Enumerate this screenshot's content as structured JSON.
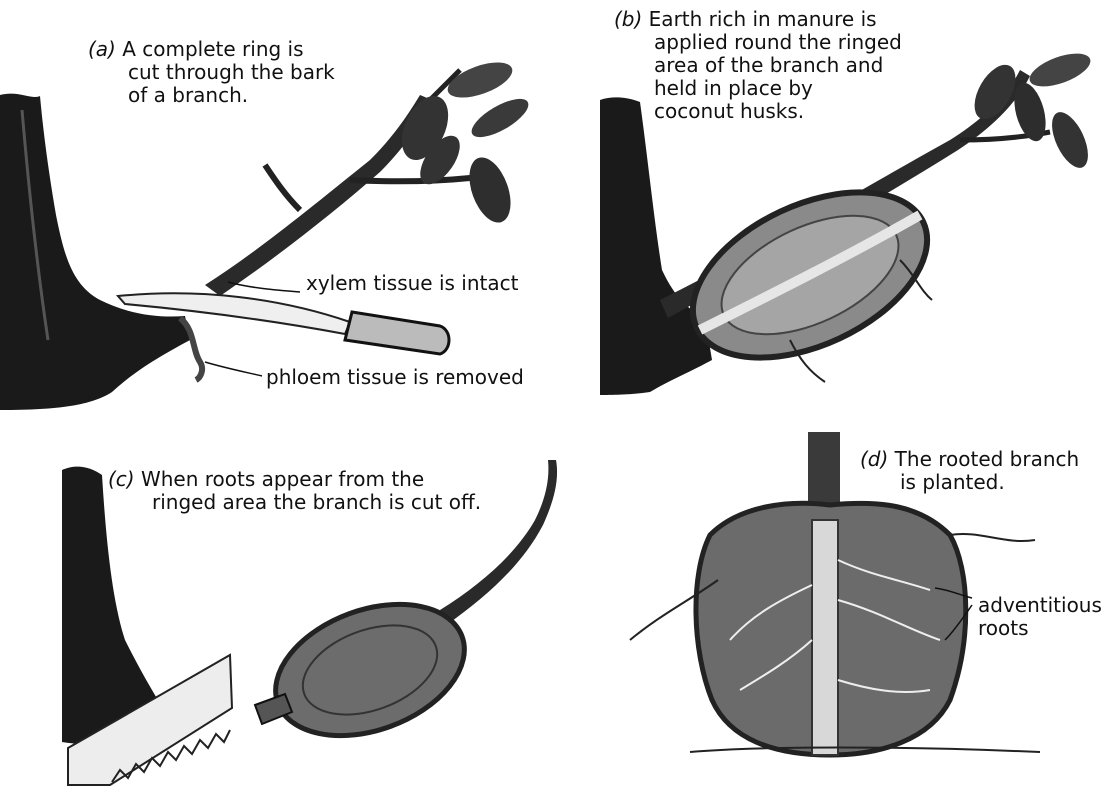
{
  "title_fragment": "",
  "panels": {
    "a": {
      "tag": "(a)",
      "caption": [
        "A complete ring is",
        "cut through the bark",
        "of a branch."
      ],
      "labels": {
        "xylem": "xylem tissue is intact",
        "phloem": "phloem tissue is removed"
      }
    },
    "b": {
      "tag": "(b)",
      "caption": [
        "Earth rich in manure is",
        "applied round the ringed",
        "area of the branch and",
        "held in place by",
        "coconut husks."
      ]
    },
    "c": {
      "tag": "(c)",
      "caption": [
        "When roots appear from the",
        "ringed area the branch is cut off."
      ]
    },
    "d": {
      "tag": "(d)",
      "caption": [
        "The rooted branch",
        "is planted."
      ],
      "labels": {
        "adventitious": [
          "adventitious",
          "roots"
        ]
      }
    }
  }
}
